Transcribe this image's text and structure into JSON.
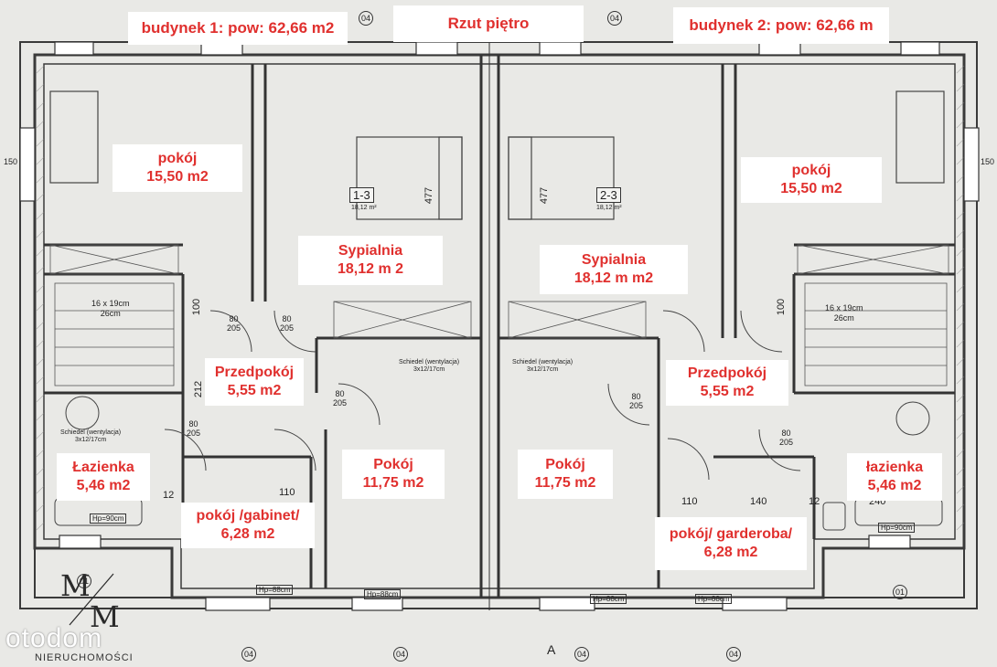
{
  "header": {
    "building1": "budynek 1: pow: 62,66 m2",
    "title": "Rzut piętro",
    "building2": "budynek 2: pow: 62,66 m"
  },
  "rooms_left": {
    "pokoj_name": "pokój",
    "pokoj_area": "15,50 m2",
    "sypialnia_name": "Sypialnia",
    "sypialnia_area": "18,12 m 2",
    "przedpokoj_name": "Przedpokój",
    "przedpokoj_area": "5,55 m2",
    "lazienka_name": "Łazienka",
    "lazienka_area": "5,46 m2",
    "gabinet_name": "pokój /gabinet/",
    "gabinet_area": "6,28 m2",
    "pokoj2_name": "Pokój",
    "pokoj2_area": "11,75 m2"
  },
  "rooms_right": {
    "pokoj_name": "pokój",
    "pokoj_area": "15,50 m2",
    "sypialnia_name": "Sypialnia",
    "sypialnia_area": "18,12 m m2",
    "przedpokoj_name": "Przedpokój",
    "przedpokoj_area": "5,55 m2",
    "lazienka_name": "łazienka",
    "lazienka_area": "5,46 m2",
    "garderoba_name": "pokój/ garderoba/",
    "garderoba_area": "6,28 m2",
    "pokoj2_name": "Pokój",
    "pokoj2_area": "11,75 m2"
  },
  "plan_marks": {
    "room_tag_left": "1-3",
    "room_tag_left_area": "18,12 m²",
    "room_tag_right": "2-3",
    "room_tag_right_area": "18,12 m²",
    "dim_477": "477",
    "dim_212": "212",
    "dim_110": "110",
    "dim_140": "140",
    "dim_240": "240",
    "dim_100": "100",
    "dim_12": "12",
    "door_80": "80",
    "door_205": "205",
    "stairs": "16 x 19cm",
    "stairs_depth": "26cm",
    "chimney": "Schiedel (wentylacja)",
    "chimney_size": "3x12/17cm",
    "hp90": "Hp=90cm",
    "hp88": "Hp=88cm",
    "axis_a": "A",
    "axis_04": "04",
    "axis_01": "01",
    "side_150": "150"
  },
  "branding": {
    "logo_mark": "M/M",
    "watermark": "otodom",
    "footer": "NIERUCHOMOŚCI"
  }
}
